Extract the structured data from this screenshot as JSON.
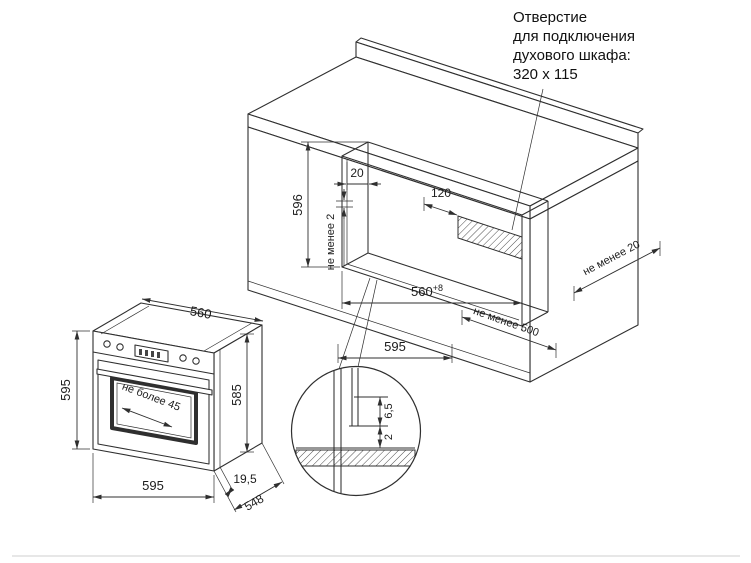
{
  "note": {
    "lines": [
      "Отверстие",
      "для подключения",
      "духового шкафа:",
      "320 x 115"
    ]
  },
  "cabinet_dims": {
    "niche_height": "596",
    "rear_top_gap": "20",
    "min_top_clearance": "не менее 2",
    "opening_offset": "120",
    "niche_width": "560",
    "niche_width_tolerance": "+8",
    "opening_width": "595",
    "min_depth": "не менее 500",
    "min_rear_gap": "не менее 20"
  },
  "oven_dims": {
    "body_width": "560",
    "height": "595",
    "body_height": "585",
    "max_protrusion": "не более 45",
    "width": "595",
    "panel_thickness": "19,5",
    "depth": "548"
  },
  "detail_dims": {
    "gap_upper": "6,5",
    "gap_lower": "2"
  },
  "colors": {
    "line": "#2f2f2f",
    "background": "#ffffff",
    "text": "#1c1c1c"
  }
}
